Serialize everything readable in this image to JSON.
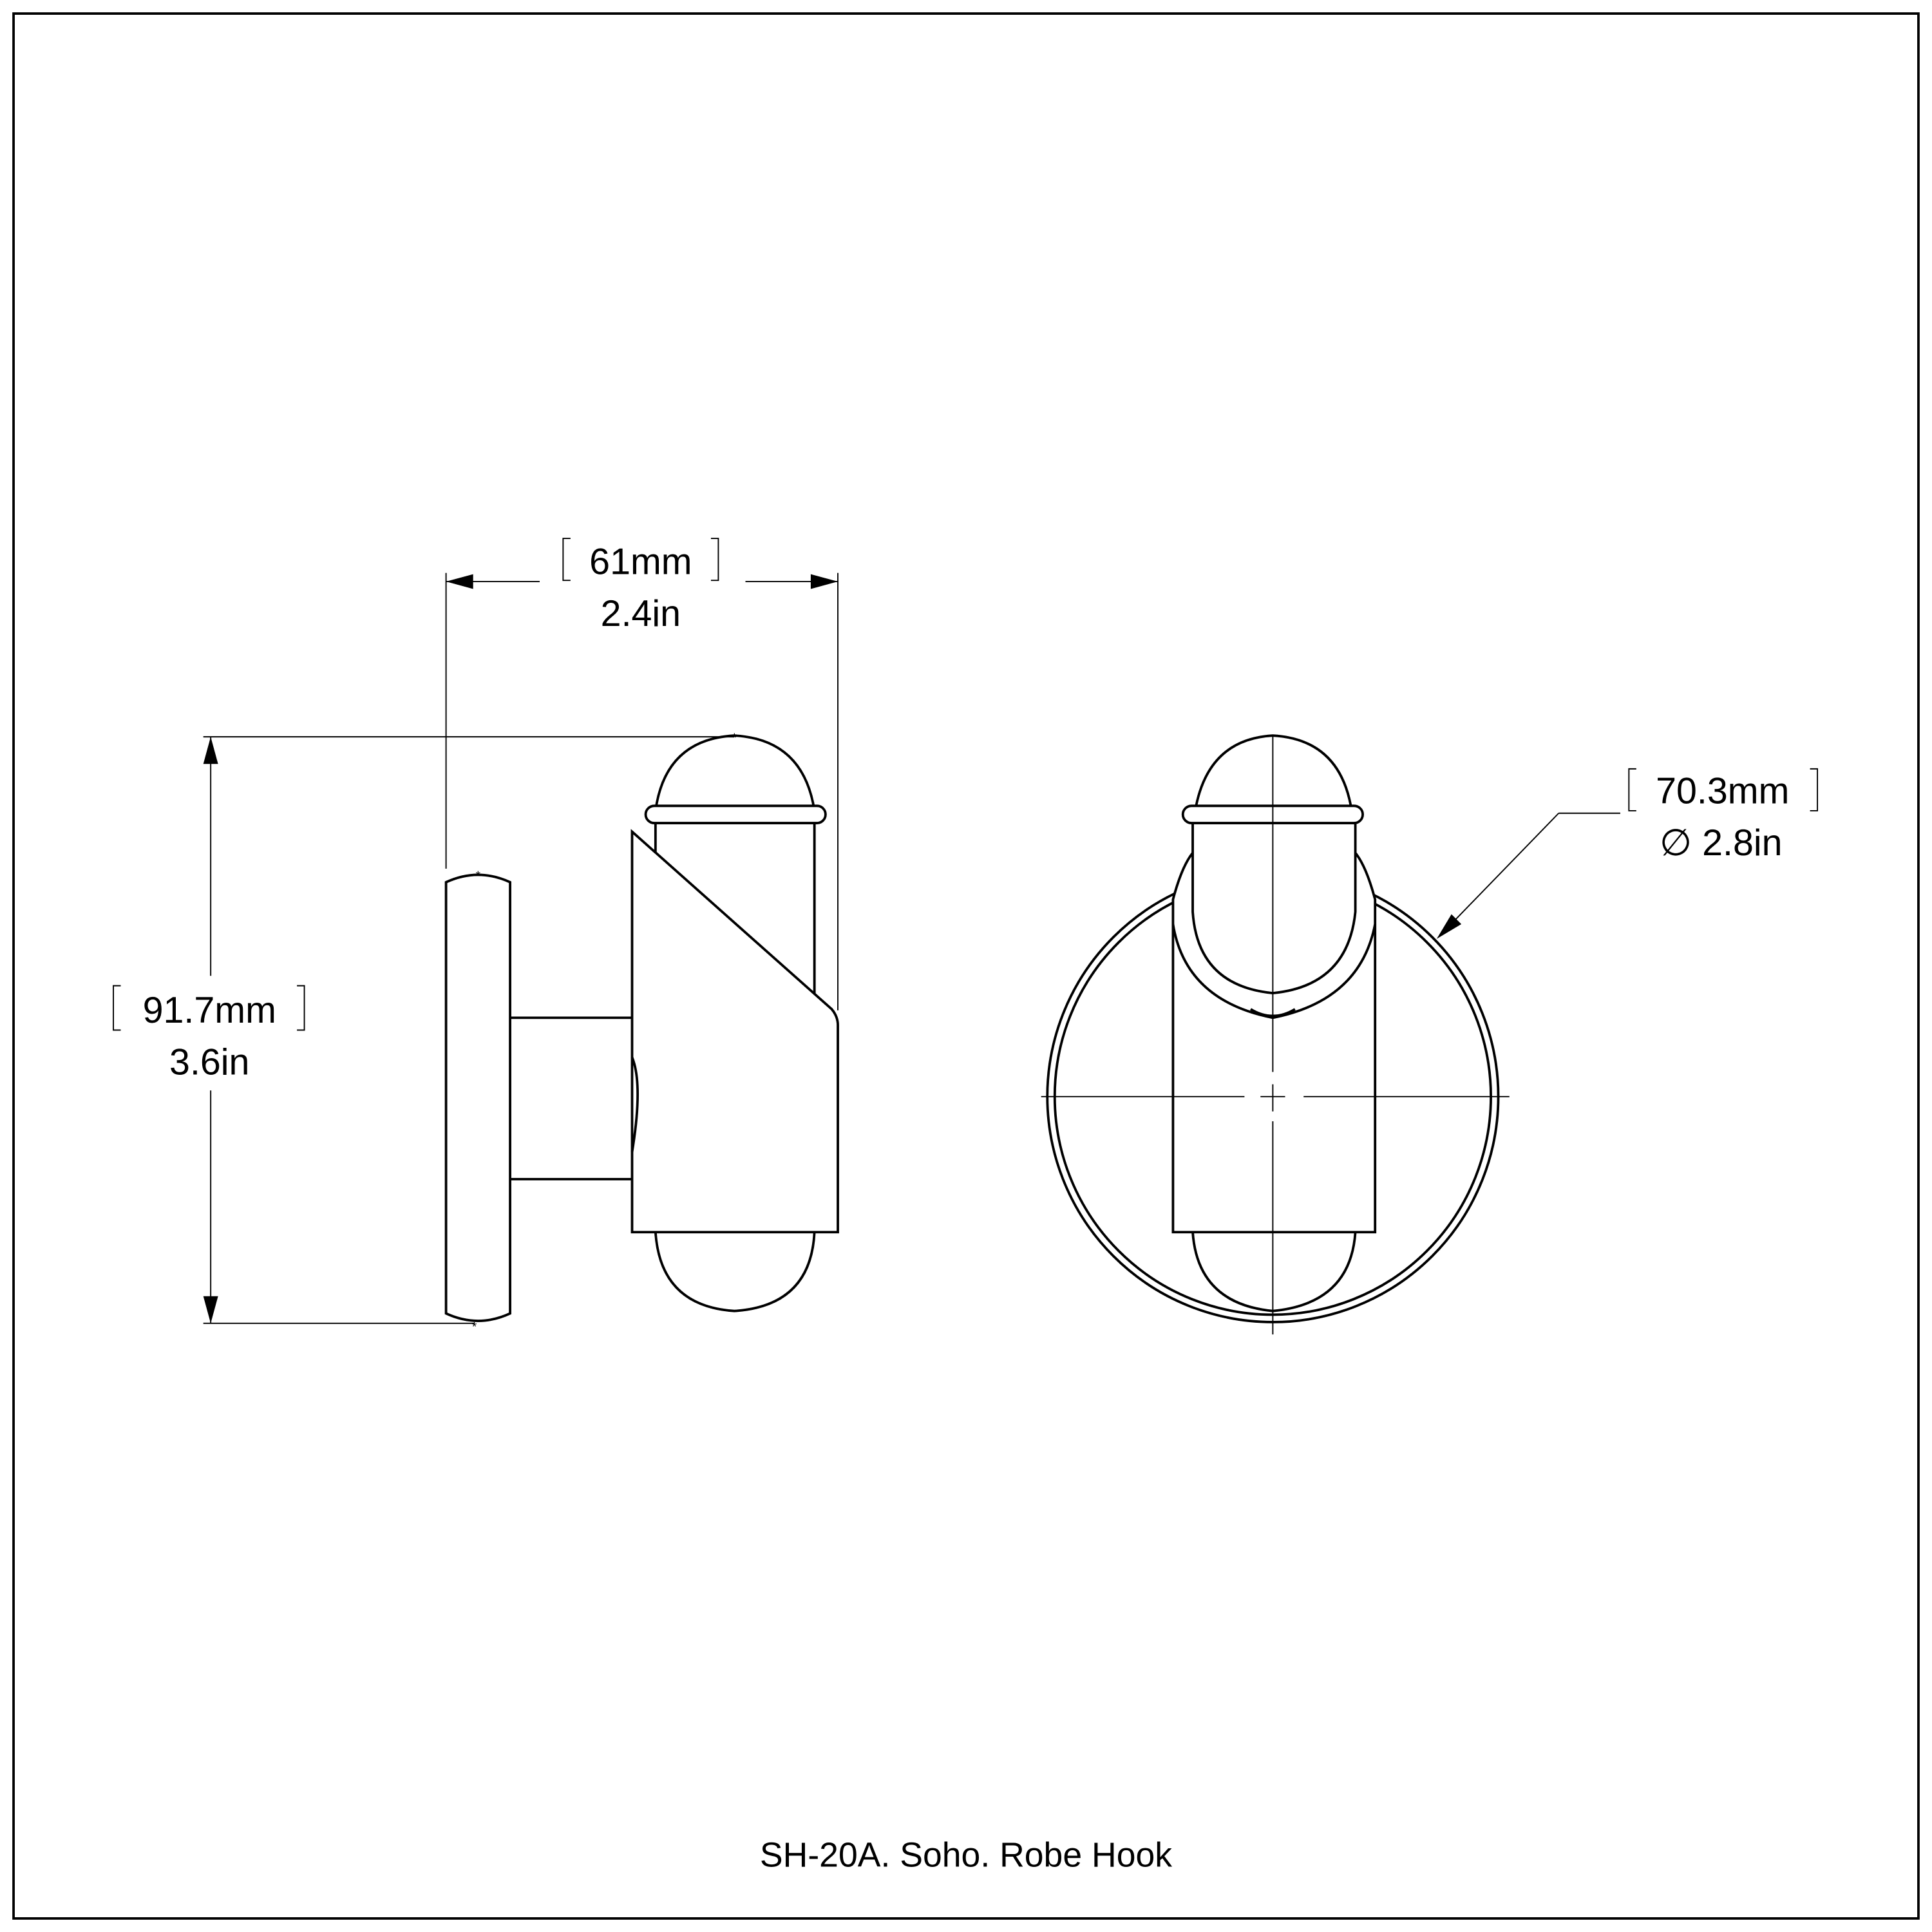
{
  "drawing": {
    "title": "SH-20A. Soho. Robe Hook",
    "border_color": "#000000",
    "background": "#ffffff"
  },
  "dimensions": {
    "depth": {
      "mm": "61mm",
      "in": "2.4in"
    },
    "height": {
      "mm": "91.7mm",
      "in": "3.6in"
    },
    "diameter": {
      "mm": "70.3mm",
      "symbol": "∅",
      "in": "2.8in"
    }
  },
  "views": [
    {
      "name": "side-view"
    },
    {
      "name": "front-view"
    }
  ]
}
